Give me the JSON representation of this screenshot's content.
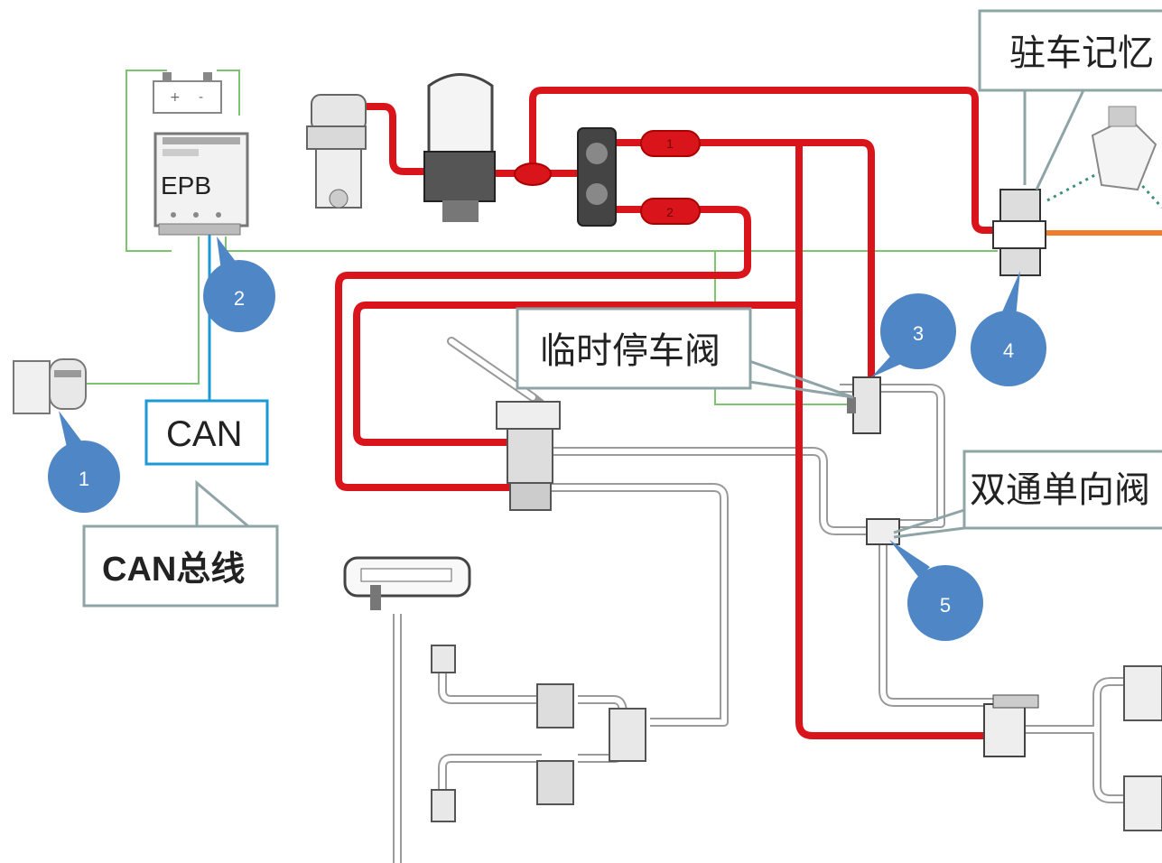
{
  "labels": {
    "parking_memory": "驻车记忆",
    "temporary_parking_valve": "临时停车阀",
    "two_way_check_valve": "双通单向阀",
    "can_bus": "CAN总线",
    "can": "CAN",
    "epb": "EPB"
  },
  "markers": [
    "1",
    "2",
    "3",
    "4",
    "5"
  ],
  "reservoir_marks": [
    "1",
    "2"
  ],
  "colors": {
    "air_line": "#d9141b",
    "signal_line": "#7cc46d",
    "can_line": "#1a9ad6",
    "marker_fill": "#4f86c6",
    "callout_border": "#8fa4a6",
    "pipe_gray": "#b0b0b0",
    "orange_line": "#ef7d2b"
  }
}
